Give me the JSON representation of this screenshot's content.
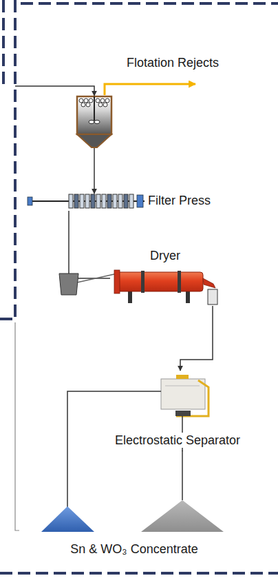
{
  "diagram": {
    "nodes": [
      {
        "text": [
          "Filter Press"
        ]
      },
      {
        "text": [
          "Dryer"
        ]
      },
      {
        "text": [
          "Electrostatic Separator"
        ]
      },
      {
        "text": [
          "Sn & WO₃ Concentrate"
        ]
      }
    ],
    "edges": [
      {
        "from": 0,
        "to": 1,
        "arrow": "none"
      },
      {
        "from": 1,
        "to": 2,
        "arrow": "to"
      },
      {
        "from": 2,
        "to": 3,
        "arrow": "none"
      }
    ],
    "labels": [
      "Flotation Rejects"
    ]
  }
}
